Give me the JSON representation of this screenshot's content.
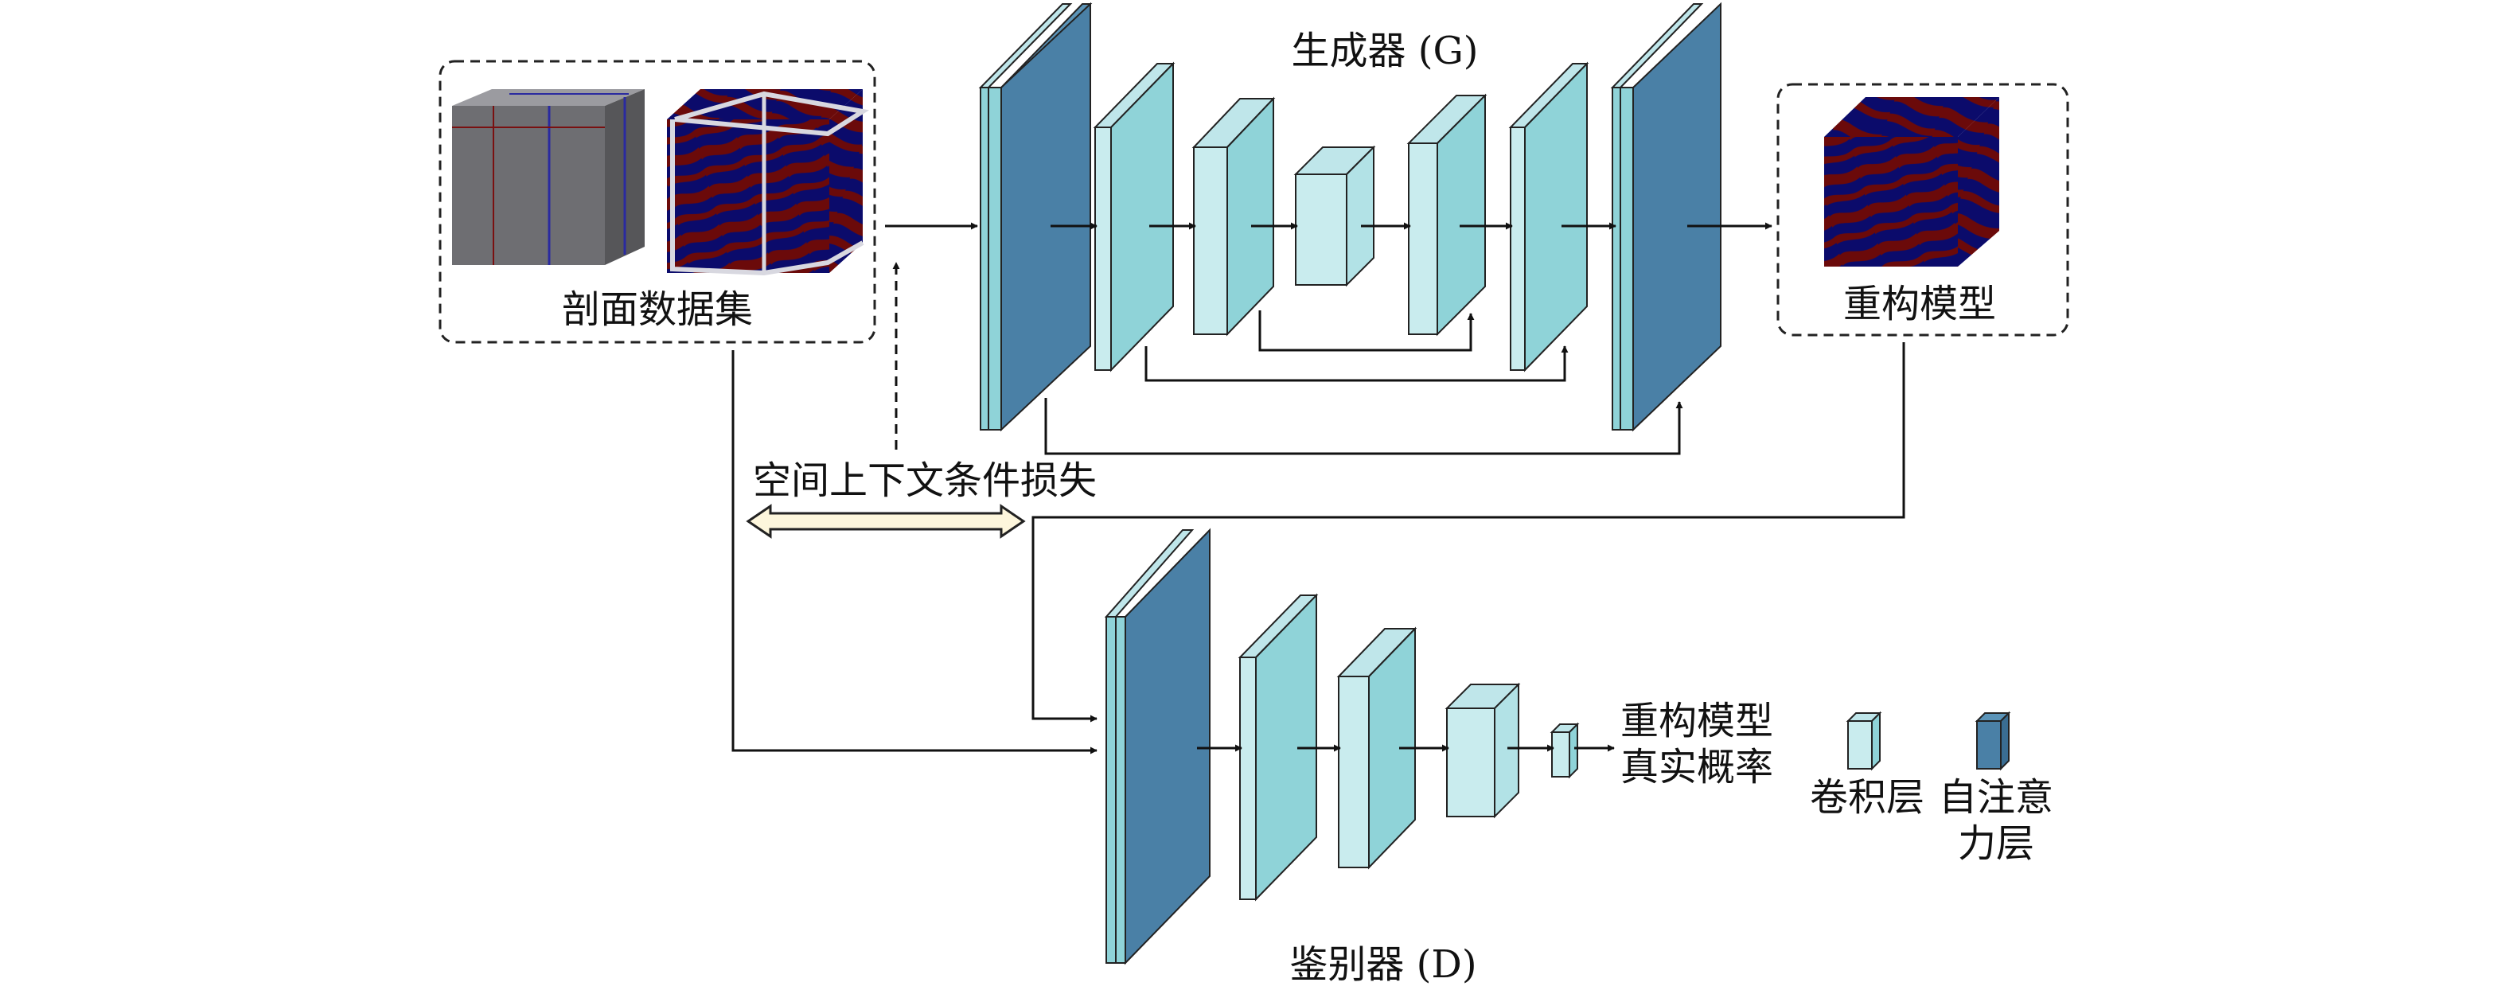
{
  "generator": {
    "title": "生成器 (G)"
  },
  "discriminator": {
    "title": "鉴别器 (D)"
  },
  "input_box": {
    "label": "剖面数据集"
  },
  "output_box": {
    "label": "重构模型"
  },
  "loss": {
    "label": "空间上下文条件损失"
  },
  "output_prob": {
    "line1": "重构模型",
    "line2": "真实概率"
  },
  "legend": {
    "conv": "卷积层",
    "attn_line1": "自注意",
    "attn_line2": "力层"
  },
  "colors": {
    "conv_front": "#8fd3d8",
    "conv_side": "#c9ecee",
    "conv_top": "#bfe6ea",
    "attn_front": "#4a80a6",
    "attn_side": "#3a6d92",
    "attn_top": "#5b94b8",
    "cube_blue": "#0b0b6b",
    "cube_red": "#6b0a0a",
    "cube_grey": "#6e6e72"
  }
}
